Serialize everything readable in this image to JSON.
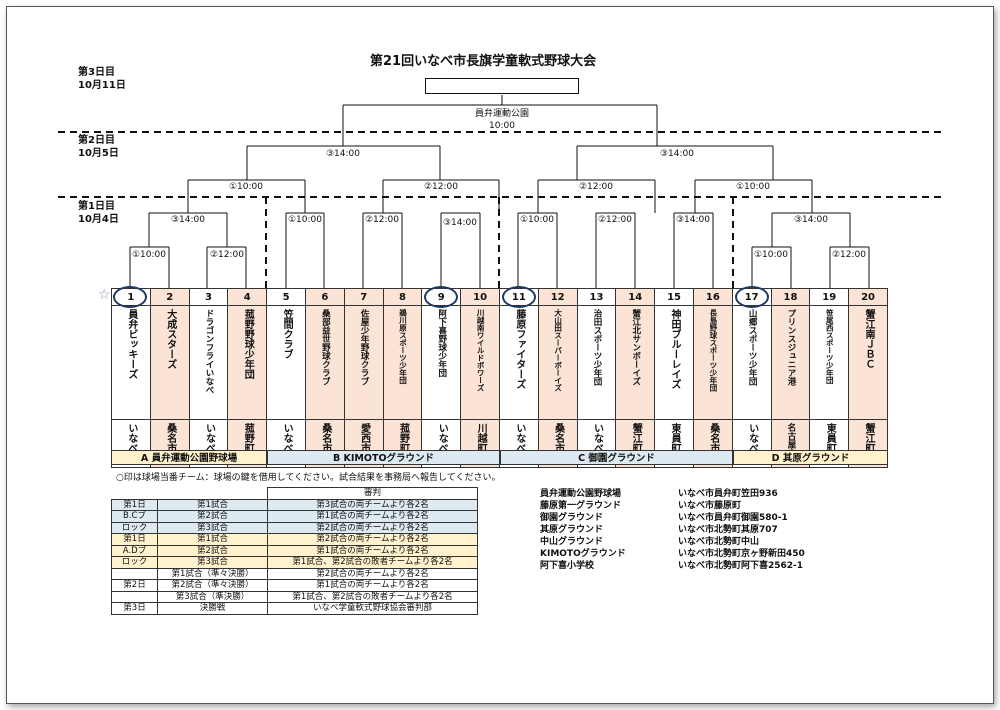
{
  "title": "第21回いなべ市長旗学童軟式野球大会",
  "days": [
    {
      "label": "第3日目",
      "date": "10月11日"
    },
    {
      "label": "第2日目",
      "date": "10月5日"
    },
    {
      "label": "第1日目",
      "date": "10月4日"
    }
  ],
  "final": {
    "venue": "員弁運動公園",
    "time": "10:00"
  },
  "times": {
    "semi_left": "③14:00",
    "semi_right": "③14:00",
    "q1": "①10:00",
    "q2": "②12:00",
    "q3": "②12:00",
    "q4": "①10:00",
    "r1a": "③14:00",
    "r1b": "①10:00",
    "r1c": "②12:00",
    "r1d": "③14:00",
    "r1e": "①10:00",
    "r1f": "②12:00",
    "r1g": "③14:00",
    "r1h": "③14:00",
    "r0a": "①10:00",
    "r0b": "②12:00",
    "r0c": "①10:00",
    "r0d": "②12:00"
  },
  "teams": [
    {
      "no": "1",
      "name": "員弁ビッキーズ",
      "city": "いなべ市"
    },
    {
      "no": "2",
      "name": "大成スターズ",
      "city": "桑名市"
    },
    {
      "no": "3",
      "name": "ドラゴンフライいなべ",
      "city": "いなべ市"
    },
    {
      "no": "4",
      "name": "菰野野球少年団",
      "city": "菰野町"
    },
    {
      "no": "5",
      "name": "笠間クラブ",
      "city": "いなべ市"
    },
    {
      "no": "6",
      "name": "桑部益世野球クラブ",
      "city": "桑名市"
    },
    {
      "no": "7",
      "name": "佐屋少年野球クラブ",
      "city": "愛西市"
    },
    {
      "no": "8",
      "name": "鵜川原スポーツ少年団",
      "city": "菰野町"
    },
    {
      "no": "9",
      "name": "阿下喜野球少年団",
      "city": "いなべ市"
    },
    {
      "no": "10",
      "name": "川越南ワイルドボワーズ",
      "city": "川越町"
    },
    {
      "no": "11",
      "name": "藤原ファイターズ",
      "city": "いなべ市"
    },
    {
      "no": "12",
      "name": "大山田スーパーボーイズ",
      "city": "桑名市"
    },
    {
      "no": "13",
      "name": "治田スポーツ少年団",
      "city": "いなべ市"
    },
    {
      "no": "14",
      "name": "蟹江北サンボーイズ",
      "city": "蟹江町"
    },
    {
      "no": "15",
      "name": "神田ブルーレイズ",
      "city": "東員町"
    },
    {
      "no": "16",
      "name": "長島野球スポーツ少年団",
      "city": "桑名市"
    },
    {
      "no": "17",
      "name": "山郷スポーツ少年団",
      "city": "いなべ市"
    },
    {
      "no": "18",
      "name": "プリンスジュニア港",
      "city": "名古屋市"
    },
    {
      "no": "19",
      "name": "笹尾西スポーツ少年団",
      "city": "東員町"
    },
    {
      "no": "20",
      "name": "蟹江南ＪＢＣ",
      "city": "蟹江町"
    }
  ],
  "grounds": {
    "a": "A 員弁運動公園野球場",
    "b": "B KIMOTOグラウンド",
    "c": "C 御園グラウンド",
    "d": "D 其原グラウンド"
  },
  "notice": "○印は球場当番チーム：球場の鍵を借用してください。試合結果を事務局へ報告してください。",
  "referee": {
    "header": "審判",
    "rows": [
      {
        "group": "第1日",
        "match": "第1試合",
        "ref": "第3試合の両チームより各2名"
      },
      {
        "group": "B.Cブ",
        "match": "第2試合",
        "ref": "第1試合の両チームより各2名"
      },
      {
        "group": "ロック",
        "match": "第3試合",
        "ref": "第2試合の両チームより各2名"
      },
      {
        "group": "第1日",
        "match": "第1試合",
        "ref": "第2試合の両チームより各2名"
      },
      {
        "group": "A.Dブ",
        "match": "第2試合",
        "ref": "第1試合の両チームより各2名"
      },
      {
        "group": "ロック",
        "match": "第3試合",
        "ref": "第1試合、第2試合の敗者チームより各2名"
      },
      {
        "group": "",
        "match": "第1試合（準々決勝）",
        "ref": "第2試合の両チームより各2名"
      },
      {
        "group": "第2日",
        "match": "第2試合（準々決勝）",
        "ref": "第1試合の両チームより各2名"
      },
      {
        "group": "",
        "match": "第3試合（準決勝）",
        "ref": "第1試合、第2試合の敗者チームより各2名"
      },
      {
        "group": "第3日",
        "match": "決勝戦",
        "ref": "いなべ学童軟式野球協会審判部"
      }
    ]
  },
  "venues": [
    {
      "name": "員弁運動公園野球場",
      "addr": "いなべ市員弁町笠田936"
    },
    {
      "name": "藤原第一グラウンド",
      "addr": "いなべ市藤原町"
    },
    {
      "name": "御園グラウンド",
      "addr": "いなべ市員弁町御園580-1"
    },
    {
      "name": "其原グラウンド",
      "addr": "いなべ市北勢町其原707"
    },
    {
      "name": "中山グラウンド",
      "addr": "いなべ市北勢町中山"
    },
    {
      "name": "KIMOTOグラウンド",
      "addr": "いなべ市北勢町京ヶ野新田450"
    },
    {
      "name": "阿下喜小学校",
      "addr": "いなべ市北勢町阿下喜2562-1"
    }
  ]
}
